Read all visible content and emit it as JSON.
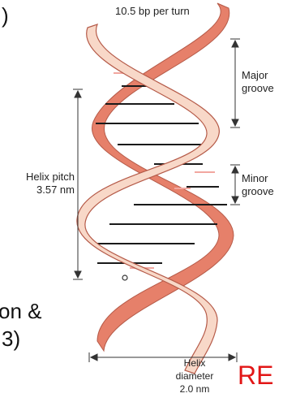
{
  "labels": {
    "per_turn": "10.5 bp per turn",
    "major_line1": "Major",
    "major_line2": "groove",
    "minor_line1": "Minor",
    "minor_line2": "groove",
    "pitch_line1": "Helix pitch",
    "pitch_line2": "3.57 nm",
    "diam_line1": "Helix",
    "diam_line2": "diameter",
    "diam_line3": "2.0 nm"
  },
  "fragments": {
    "top_left": ")",
    "mid_left": "on &",
    "low_left": "3)",
    "bottom_right": "RE"
  },
  "colors": {
    "strand_front": "#f8d8c8",
    "strand_back": "#e6806a",
    "strand_edge": "#b55a48",
    "base_pair": "#1a1a1a",
    "red_text": "#e21616"
  }
}
